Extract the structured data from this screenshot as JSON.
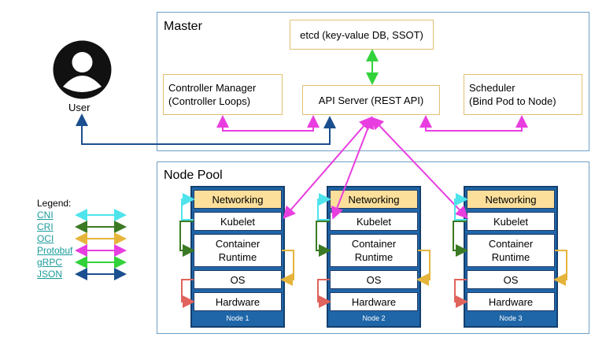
{
  "user": {
    "label": "User"
  },
  "master": {
    "title": "Master",
    "etcd": "etcd (key-value DB, SSOT)",
    "controller_manager": [
      "Controller Manager",
      "(Controller Loops)"
    ],
    "api_server": "API Server (REST API)",
    "scheduler": [
      "Scheduler",
      "(Bind Pod to Node)"
    ]
  },
  "node_pool": {
    "title": "Node Pool",
    "nodes": [
      {
        "name": "Node 1",
        "layers": [
          "Networking",
          "Kubelet",
          "Container\nRuntime",
          "OS",
          "Hardware"
        ]
      },
      {
        "name": "Node 2",
        "layers": [
          "Networking",
          "Kubelet",
          "Container\nRuntime",
          "OS",
          "Hardware"
        ]
      },
      {
        "name": "Node 3",
        "layers": [
          "Networking",
          "Kubelet",
          "Container\nRuntime",
          "OS",
          "Hardware"
        ]
      }
    ]
  },
  "legend": {
    "title": "Legend:",
    "items": [
      {
        "label": "CNI",
        "color": "#4fe4ec"
      },
      {
        "label": "CRI",
        "color": "#3b7a24"
      },
      {
        "label": "OCI",
        "color": "#e5b43a"
      },
      {
        "label": "Protobuf",
        "color": "#e83ee0"
      },
      {
        "label": "gRPC",
        "color": "#33d23a"
      },
      {
        "label": "JSON",
        "color": "#1b4f8f"
      }
    ]
  }
}
